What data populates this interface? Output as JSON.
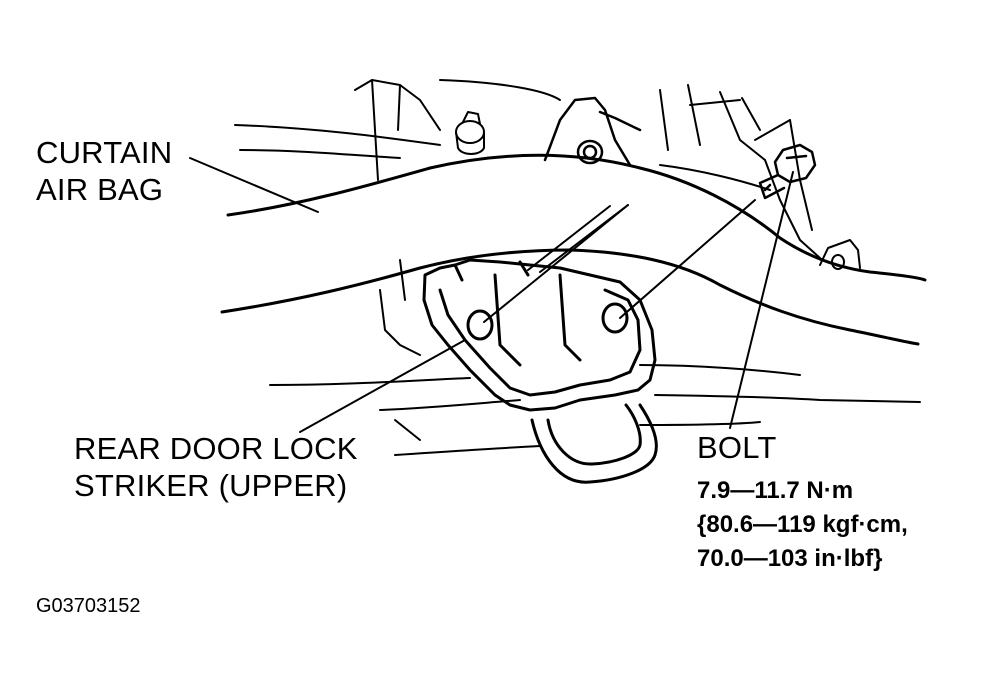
{
  "labels": {
    "curtain_air_bag": [
      "CURTAIN",
      "AIR BAG"
    ],
    "rear_door_lock_striker": [
      "REAR DOOR LOCK",
      "STRIKER (UPPER)"
    ],
    "bolt": "BOLT",
    "torque_spec": [
      "7.9—11.7 N·m",
      "{80.6—119 kgf·cm,",
      "70.0—103 in·lbf}"
    ]
  },
  "figure_id": "G03703152",
  "icons": [
    "curtain-air-bag-illustration",
    "striker-plate-illustration",
    "bolt-icon"
  ]
}
